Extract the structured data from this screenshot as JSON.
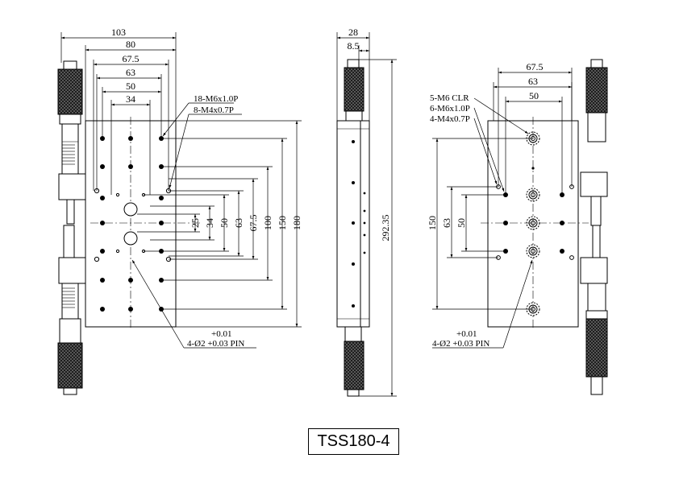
{
  "front_view": {
    "horizontal_dims": [
      "103",
      "80",
      "67.5",
      "63",
      "50",
      "34"
    ],
    "vertical_dims": [
      "25",
      "34",
      "50",
      "63",
      "67.5",
      "100",
      "150",
      "180"
    ],
    "thread_callout_1": "18-M6x1.0P",
    "thread_callout_2": "8-M4x0.7P",
    "pin_tolerance": "+0.01",
    "pin_callout": "4-Ø2 +0.03 PIN"
  },
  "side_view": {
    "width_dim": "28",
    "offset_dim": "8.5",
    "length_dim": "292.35"
  },
  "back_view": {
    "horizontal_dims": [
      "67.5",
      "63",
      "50"
    ],
    "vertical_dims": [
      "150",
      "63",
      "50"
    ],
    "callout_1": "5-M6 CLR",
    "callout_2": "6-M6x1.0P",
    "callout_3": "4-M4x0.7P",
    "pin_tolerance": "+0.01",
    "pin_callout": "4-Ø2 +0.03 PIN"
  },
  "model_label": "TSS180-4",
  "colors": {
    "line": "#000000",
    "background": "#ffffff"
  }
}
